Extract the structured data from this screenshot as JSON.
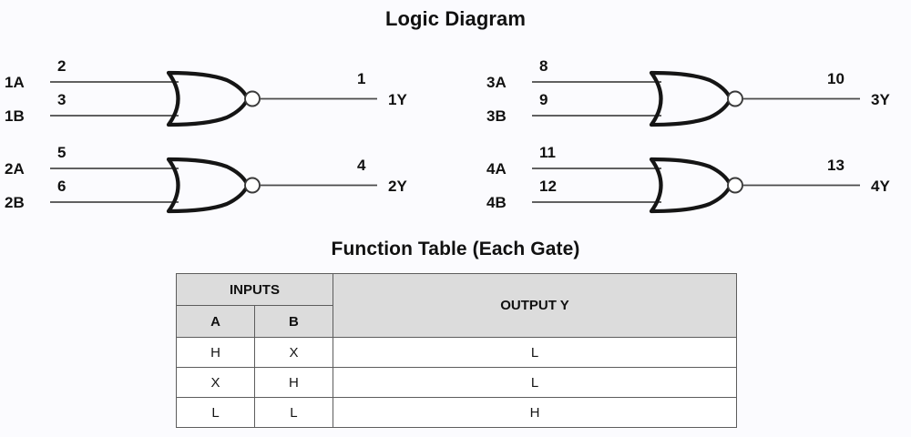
{
  "titles": {
    "logic_diagram": "Logic Diagram",
    "function_table": "Function Table (Each Gate)"
  },
  "diagram": {
    "gate_type": "NOR",
    "gates": [
      {
        "id": "gate-1",
        "input_a_label": "1A",
        "input_b_label": "1B",
        "output_label": "1Y",
        "pin_a": "2",
        "pin_b": "3",
        "pin_y": "1"
      },
      {
        "id": "gate-2",
        "input_a_label": "2A",
        "input_b_label": "2B",
        "output_label": "2Y",
        "pin_a": "5",
        "pin_b": "6",
        "pin_y": "4"
      },
      {
        "id": "gate-3",
        "input_a_label": "3A",
        "input_b_label": "3B",
        "output_label": "3Y",
        "pin_a": "8",
        "pin_b": "9",
        "pin_y": "10"
      },
      {
        "id": "gate-4",
        "input_a_label": "4A",
        "input_b_label": "4B",
        "output_label": "4Y",
        "pin_a": "11",
        "pin_b": "12",
        "pin_y": "13"
      }
    ]
  },
  "function_table": {
    "group_headers": {
      "inputs": "INPUTS",
      "output": "OUTPUT Y"
    },
    "column_headers": [
      "A",
      "B"
    ],
    "rows": [
      {
        "a": "H",
        "b": "X",
        "y": "L"
      },
      {
        "a": "X",
        "b": "H",
        "y": "L"
      },
      {
        "a": "L",
        "b": "L",
        "y": "H"
      }
    ]
  },
  "colors": {
    "background": "#fbfbfe",
    "gate_outline": "#151515",
    "wire": "#4a4a4a",
    "header_fill": "#dcdcdc",
    "border": "#5d5d5d",
    "text": "#111111"
  }
}
